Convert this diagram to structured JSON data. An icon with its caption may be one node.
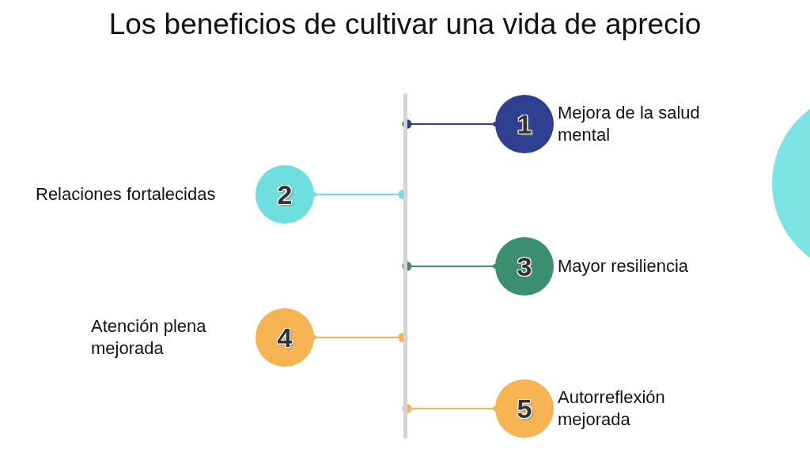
{
  "diagram": {
    "title": "Los beneficios de cultivar una vida de aprecio",
    "nodes": [
      {
        "text": [],
        "shape": "bar"
      },
      {
        "text": [
          "1"
        ],
        "beside": [
          "Mejora de la salud mental"
        ]
      },
      {
        "text": [
          "2"
        ],
        "beside": [
          "Relaciones fortalecidas"
        ]
      },
      {
        "text": [
          "3"
        ],
        "beside": [
          "Mayor resiliencia"
        ]
      },
      {
        "text": [
          "4"
        ],
        "beside": [
          "Atención plena mejorada"
        ]
      },
      {
        "text": [
          "5"
        ],
        "beside": [
          "Autorreflexión mejorada"
        ]
      }
    ],
    "edges": [
      {
        "from": 0,
        "to": 1,
        "arrow": "other",
        "color": "#2e3f8f"
      },
      {
        "from": 0,
        "to": 2,
        "arrow": "other",
        "color": "#6fdedf"
      },
      {
        "from": 0,
        "to": 3,
        "arrow": "other",
        "color": "#3a8f6e"
      },
      {
        "from": 0,
        "to": 4,
        "arrow": "other",
        "color": "#f6b352"
      },
      {
        "from": 0,
        "to": 5,
        "arrow": "other",
        "color": "#f6b352"
      }
    ]
  }
}
